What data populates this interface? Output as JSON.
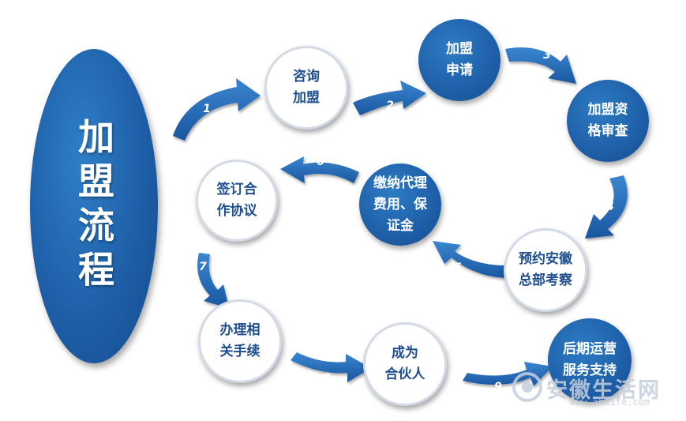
{
  "title": "加盟流程",
  "steps": [
    {
      "lines": [
        "咨询",
        "加盟"
      ]
    },
    {
      "lines": [
        "加盟",
        "申请"
      ]
    },
    {
      "lines": [
        "加盟资",
        "格审查"
      ]
    },
    {
      "lines": [
        "预约安徽",
        "总部考察"
      ]
    },
    {
      "lines": [
        "缴纳代理",
        "费用、保",
        "证金"
      ]
    },
    {
      "lines": [
        "签订合",
        "作协议"
      ]
    },
    {
      "lines": [
        "办理相",
        "关手续"
      ]
    },
    {
      "lines": [
        "成为",
        "合伙人"
      ]
    },
    {
      "lines": [
        "后期运营",
        "服务支持"
      ]
    }
  ],
  "arrow_labels": [
    "1",
    "2",
    "3",
    "4",
    "5",
    "6",
    "7",
    "8",
    "9"
  ],
  "watermark": {
    "name": "安徽生活网",
    "url": "www.ahlife.com"
  },
  "colors": {
    "primary": "#1e5fa8",
    "arrow": "#2a70bd",
    "node_text": "#1f4f8c"
  }
}
